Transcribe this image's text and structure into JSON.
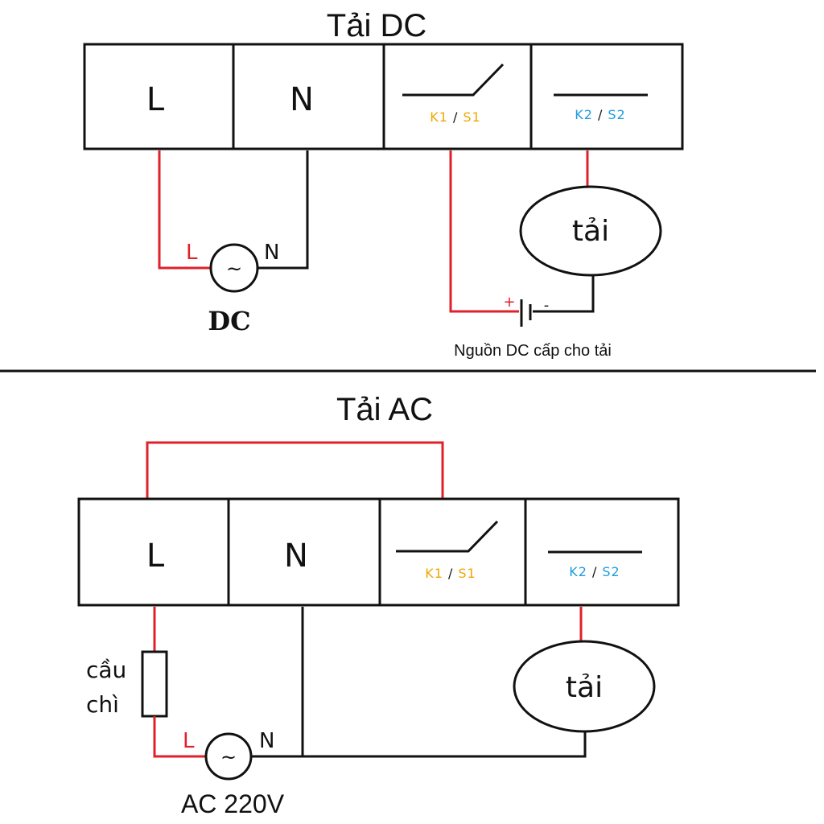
{
  "colors": {
    "line": "#111111",
    "wire_red": "#e0202a",
    "k1_color": "#f0a800",
    "k2_color": "#1e9be0"
  },
  "dc": {
    "title": "Tải DC",
    "terminal_l": "L",
    "terminal_n": "N",
    "k1_label": "K1",
    "s1_label": "S1",
    "k2_label": "K2",
    "s2_label": "S2",
    "slash": "/",
    "load_label": "tải",
    "wire_l": "L",
    "wire_n": "N",
    "source_symbol": "~",
    "source_label": "DC",
    "plus": "+",
    "minus": "-",
    "note": "Nguồn DC cấp cho tải"
  },
  "ac": {
    "title": "Tải AC",
    "terminal_l": "L",
    "terminal_n": "N",
    "k1_label": "K1",
    "s1_label": "S1",
    "k2_label": "K2",
    "s2_label": "S2",
    "slash": "/",
    "load_label": "tải",
    "wire_l": "L",
    "wire_n": "N",
    "source_symbol": "~",
    "fuse_line1": "cầu",
    "fuse_line2": "chì",
    "source_label": "AC 220V"
  }
}
